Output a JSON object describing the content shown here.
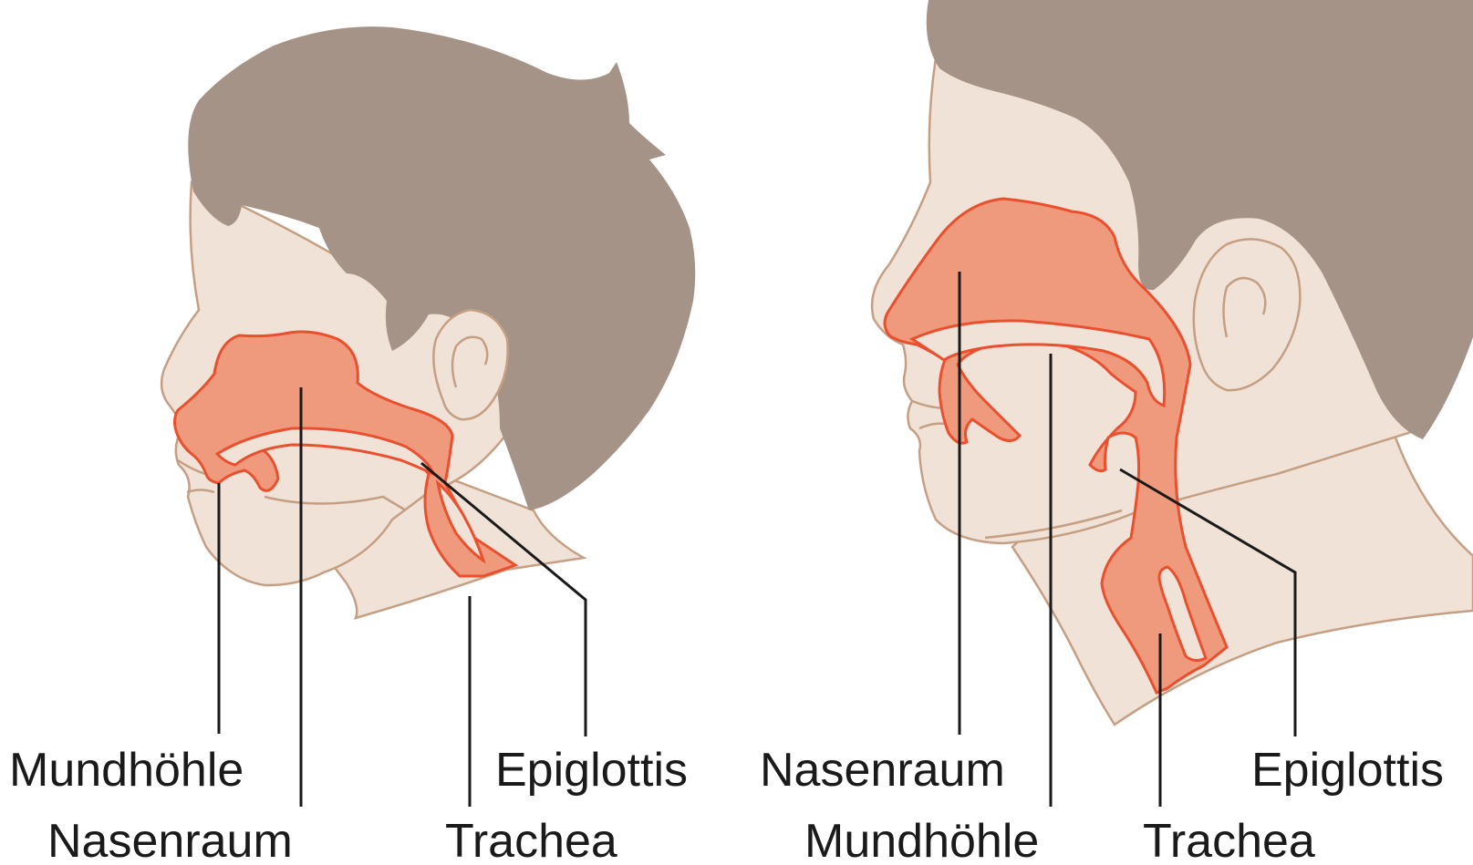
{
  "colors": {
    "background": "#ffffff",
    "skin": "#f0e2d6",
    "skin_outline": "#c49f84",
    "hair": "#a69387",
    "airway_fill": "#ef9a7c",
    "airway_outline": "#ea4f2e",
    "leader_line": "#1a1a1a",
    "label_text": "#1a1a1a"
  },
  "child_figure": {
    "labels": {
      "mundhoehle": "Mundhöhle",
      "nasenraum": "Nasenraum",
      "epiglottis": "Epiglottis",
      "trachea": "Trachea"
    }
  },
  "adult_figure": {
    "labels": {
      "nasenraum": "Nasenraum",
      "mundhoehle": "Mundhöhle",
      "epiglottis": "Epiglottis",
      "trachea": "Trachea"
    }
  }
}
